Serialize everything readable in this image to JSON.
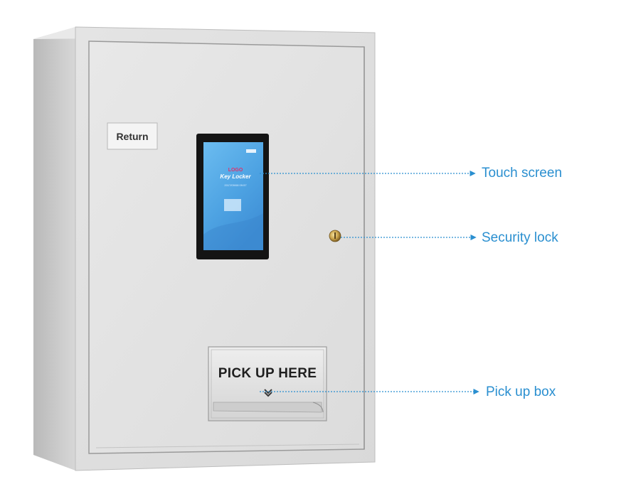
{
  "cabinet": {
    "return_button_label": "Return",
    "pickup_box_label": "PICK UP HERE"
  },
  "screen": {
    "brand": "LOGO",
    "title": "Key Locker",
    "datetime": "2017/09/08 09:57"
  },
  "callouts": {
    "touch_screen": "Touch screen",
    "security_lock": "Security lock",
    "pick_up_box": "Pick up box"
  },
  "colors": {
    "callout": "#2a8fd0",
    "cabinet": "#dedede",
    "screen_bezel": "#111111",
    "screen_bg": "#5aaee8"
  }
}
